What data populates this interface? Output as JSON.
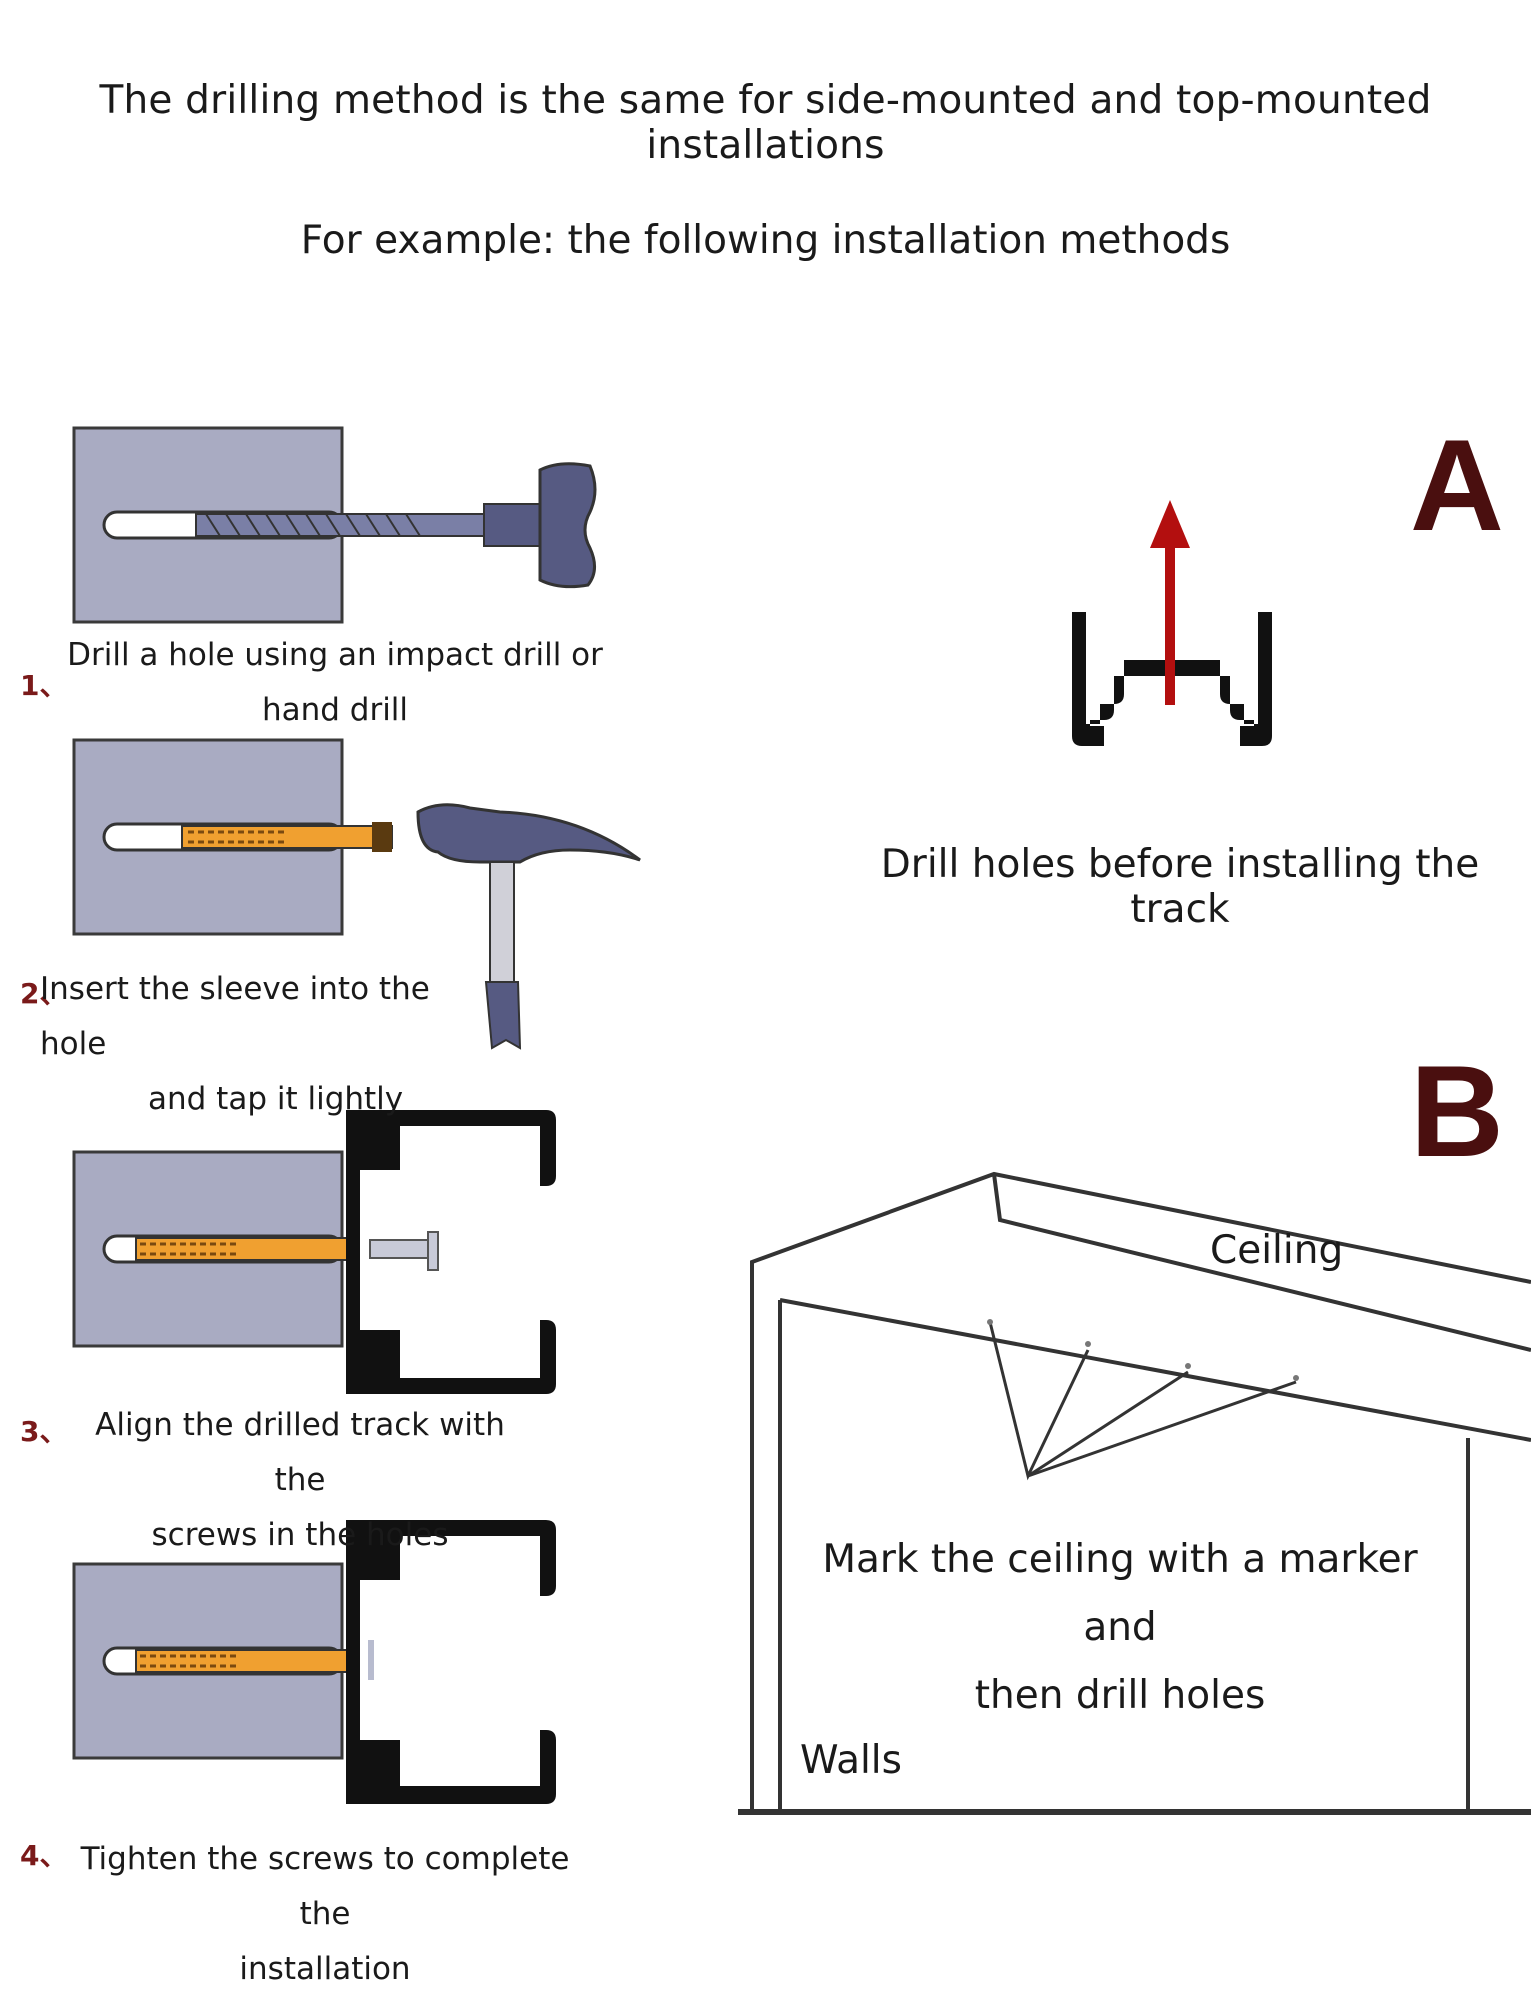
{
  "heading": "The drilling method is the same for side-mounted and top-mounted installations",
  "subheading": "For example: the following installation methods",
  "steps": [
    {
      "number": "1、",
      "text_line1": "Drill a hole using an impact drill or",
      "text_line2": "hand drill"
    },
    {
      "number": "2、",
      "text_line1": "Insert the sleeve into the hole",
      "text_line2": "and tap it lightly"
    },
    {
      "number": "3、",
      "text_line1": "Align the drilled track with the",
      "text_line2": "screws in the holes"
    },
    {
      "number": "4、",
      "text_line1": "Tighten the screws to complete the",
      "text_line2": "installation"
    }
  ],
  "method_a": {
    "letter": "A",
    "caption": "Drill holes before installing the track"
  },
  "method_b": {
    "letter": "B",
    "ceiling_label": "Ceiling",
    "walls_label": "Walls",
    "caption_line1": "Mark the ceiling with a marker and",
    "caption_line2": "then drill holes"
  },
  "colors": {
    "wall_block": "#a9abc2",
    "tool": "#565a82",
    "anchor": "#f0a030",
    "track": "#111111",
    "arrow": "#b30f0f",
    "letter": "#4a0f0f"
  }
}
